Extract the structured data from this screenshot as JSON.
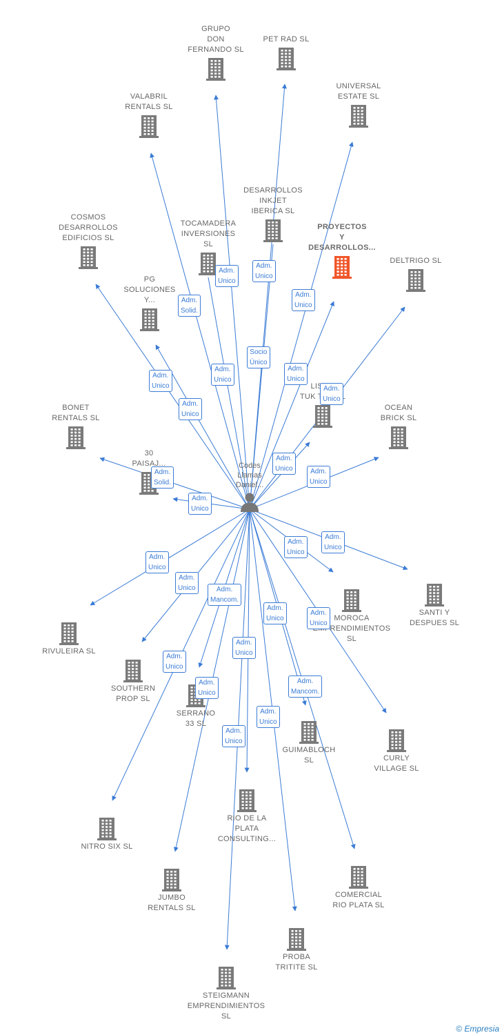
{
  "colors": {
    "edge": "#3a7bd5",
    "building": "#7a7a7a",
    "highlight": "#f0562a",
    "label": "#666666"
  },
  "center": {
    "label": "Codes\nLlamas\nDaniel...",
    "icon": "person-icon"
  },
  "nodes": [
    {
      "id": "grupo-don-fernando",
      "label": "GRUPO\nDON\nFERNANDO  SL"
    },
    {
      "id": "pet-rad",
      "label": "PET RAD  SL"
    },
    {
      "id": "universal-estate",
      "label": "UNIVERSAL\nESTATE  SL"
    },
    {
      "id": "valabril-rentals",
      "label": "VALABRIL\nRENTALS  SL"
    },
    {
      "id": "desarrollos-inkjet",
      "label": "DESARROLLOS\nINKJET\nIBERICA  SL"
    },
    {
      "id": "proyectos-y-desarrollos",
      "label": "PROYECTOS\nY\nDESARROLLOS...",
      "highlight": true
    },
    {
      "id": "cosmos-desarrollos",
      "label": "COSMOS\nDESARROLLOS\nEDIFICIOS  SL"
    },
    {
      "id": "tocamadera",
      "label": "TOCAMADERA\nINVERSIONES\nSL"
    },
    {
      "id": "deltrigo",
      "label": "DELTRIGO  SL"
    },
    {
      "id": "pg-soluciones",
      "label": "PG\nSOLUCIONES\nY..."
    },
    {
      "id": "lisboa-tuk-tuk",
      "label": "LISB...\nTUK TUK  SL"
    },
    {
      "id": "bonet-rentals",
      "label": "BONET\nRENTALS  SL"
    },
    {
      "id": "ocean-brick",
      "label": "OCEAN\nBRICK  SL"
    },
    {
      "id": "30-paisajes",
      "label": "30\nPAISAJ..."
    },
    {
      "id": "moroca",
      "label": "MOROCA\nEMPRENDIMIENTOS\nSL"
    },
    {
      "id": "santi-y-despues",
      "label": "SANTI Y\nDESPUES  SL"
    },
    {
      "id": "rivuleira",
      "label": "RIVULEIRA  SL"
    },
    {
      "id": "southern-prop",
      "label": "SOUTHERN\nPROP  SL"
    },
    {
      "id": "serrano-33",
      "label": "SERRANO\n33  SL"
    },
    {
      "id": "guimabloch",
      "label": "GUIMABLOCH\nSL"
    },
    {
      "id": "curly-village",
      "label": "CURLY\nVILLAGE  SL"
    },
    {
      "id": "rio-de-la-plata",
      "label": "RIO DE LA\nPLATA\nCONSULTING..."
    },
    {
      "id": "nitro-six",
      "label": "NITRO SIX  SL"
    },
    {
      "id": "jumbo-rentals",
      "label": "JUMBO\nRENTALS  SL"
    },
    {
      "id": "comercial-rio-plata",
      "label": "COMERCIAL\nRIO PLATA  SL"
    },
    {
      "id": "proba-tritite",
      "label": "PROBA\nTRITITE  SL"
    },
    {
      "id": "steigmann",
      "label": "STEIGMANN\nEMPRENDIMIENTOS\nSL"
    }
  ],
  "edges": [
    {
      "to": "grupo-don-fernando",
      "role": "Adm.\nUnico"
    },
    {
      "to": "pet-rad",
      "role": "Adm.\nUnico"
    },
    {
      "to": "universal-estate",
      "role": "Adm.\nUnico"
    },
    {
      "to": "valabril-rentals",
      "role": "Adm.\nSolid."
    },
    {
      "to": "desarrollos-inkjet",
      "role": "Socio\nÚnico"
    },
    {
      "to": "proyectos-y-desarrollos",
      "role": "Adm.\nUnico"
    },
    {
      "to": "cosmos-desarrollos",
      "role": "Adm.\nUnico"
    },
    {
      "to": "tocamadera",
      "role": "Adm.\nUnico"
    },
    {
      "to": "deltrigo",
      "role": "Adm.\nUnico"
    },
    {
      "to": "pg-soluciones",
      "role": "Adm.\nUnico"
    },
    {
      "to": "lisboa-tuk-tuk",
      "role": "Adm.\nUnico"
    },
    {
      "to": "bonet-rentals",
      "role": "Adm.\nSolid."
    },
    {
      "to": "ocean-brick",
      "role": "Adm.\nUnico"
    },
    {
      "to": "30-paisajes",
      "role": "Adm.\nUnico"
    },
    {
      "to": "moroca",
      "role": "Adm.\nUnico"
    },
    {
      "to": "santi-y-despues",
      "role": "Adm.\nUnico"
    },
    {
      "to": "rivuleira",
      "role": "Adm.\nUnico"
    },
    {
      "to": "southern-prop",
      "role": "Adm.\nUnico"
    },
    {
      "to": "serrano-33",
      "role": "Adm.\nMancom."
    },
    {
      "to": "guimabloch",
      "role": "Adm.\nMancom."
    },
    {
      "to": "curly-village",
      "role": "Adm.\nUnico"
    },
    {
      "to": "rio-de-la-plata",
      "role": "Adm.\nUnico"
    },
    {
      "to": "nitro-six",
      "role": "Adm.\nUnico"
    },
    {
      "to": "jumbo-rentals",
      "role": "Adm.\nUnico"
    },
    {
      "to": "comercial-rio-plata",
      "role": "Adm.\nUnico"
    },
    {
      "to": "proba-tritite",
      "role": "Adm.\nUnico"
    },
    {
      "to": "steigmann",
      "role": "Adm.\nUnico"
    }
  ],
  "footer": {
    "copyright": "©",
    "brand": "Empresia"
  }
}
